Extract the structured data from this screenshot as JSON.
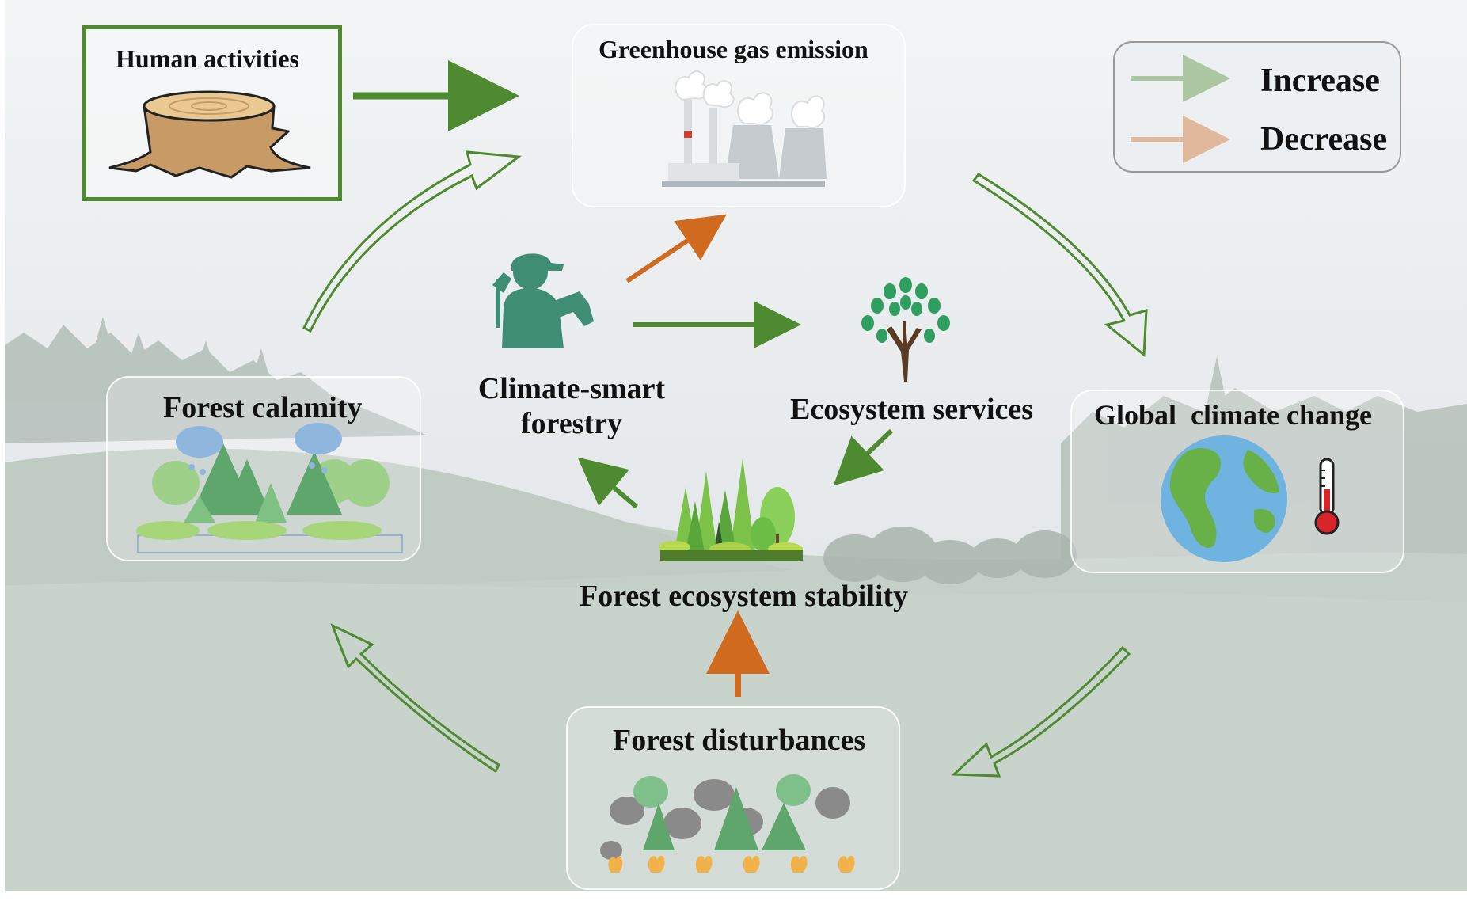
{
  "nodes": {
    "human_activities": "Human activities",
    "greenhouse": "Greenhouse gas emission",
    "global_climate": "Global  climate change",
    "forest_disturbances": "Forest disturbances",
    "forest_calamity": "Forest calamity",
    "climate_smart": "Climate-smart\nforestry",
    "ecosystem_services": "Ecosystem services",
    "forest_stability": "Forest ecosystem stability"
  },
  "legend": {
    "increase_label": "Increase",
    "decrease_label": "Decrease",
    "increase_color": "#4e8a2f",
    "decrease_color": "#cf6a1e"
  },
  "icons": [
    "tree-stump-icon",
    "factory-icon",
    "globe-icon",
    "thermometer-icon",
    "forester-icon",
    "tree-icon",
    "forest-icon",
    "rain-forest-icon",
    "wildfire-forest-icon"
  ]
}
